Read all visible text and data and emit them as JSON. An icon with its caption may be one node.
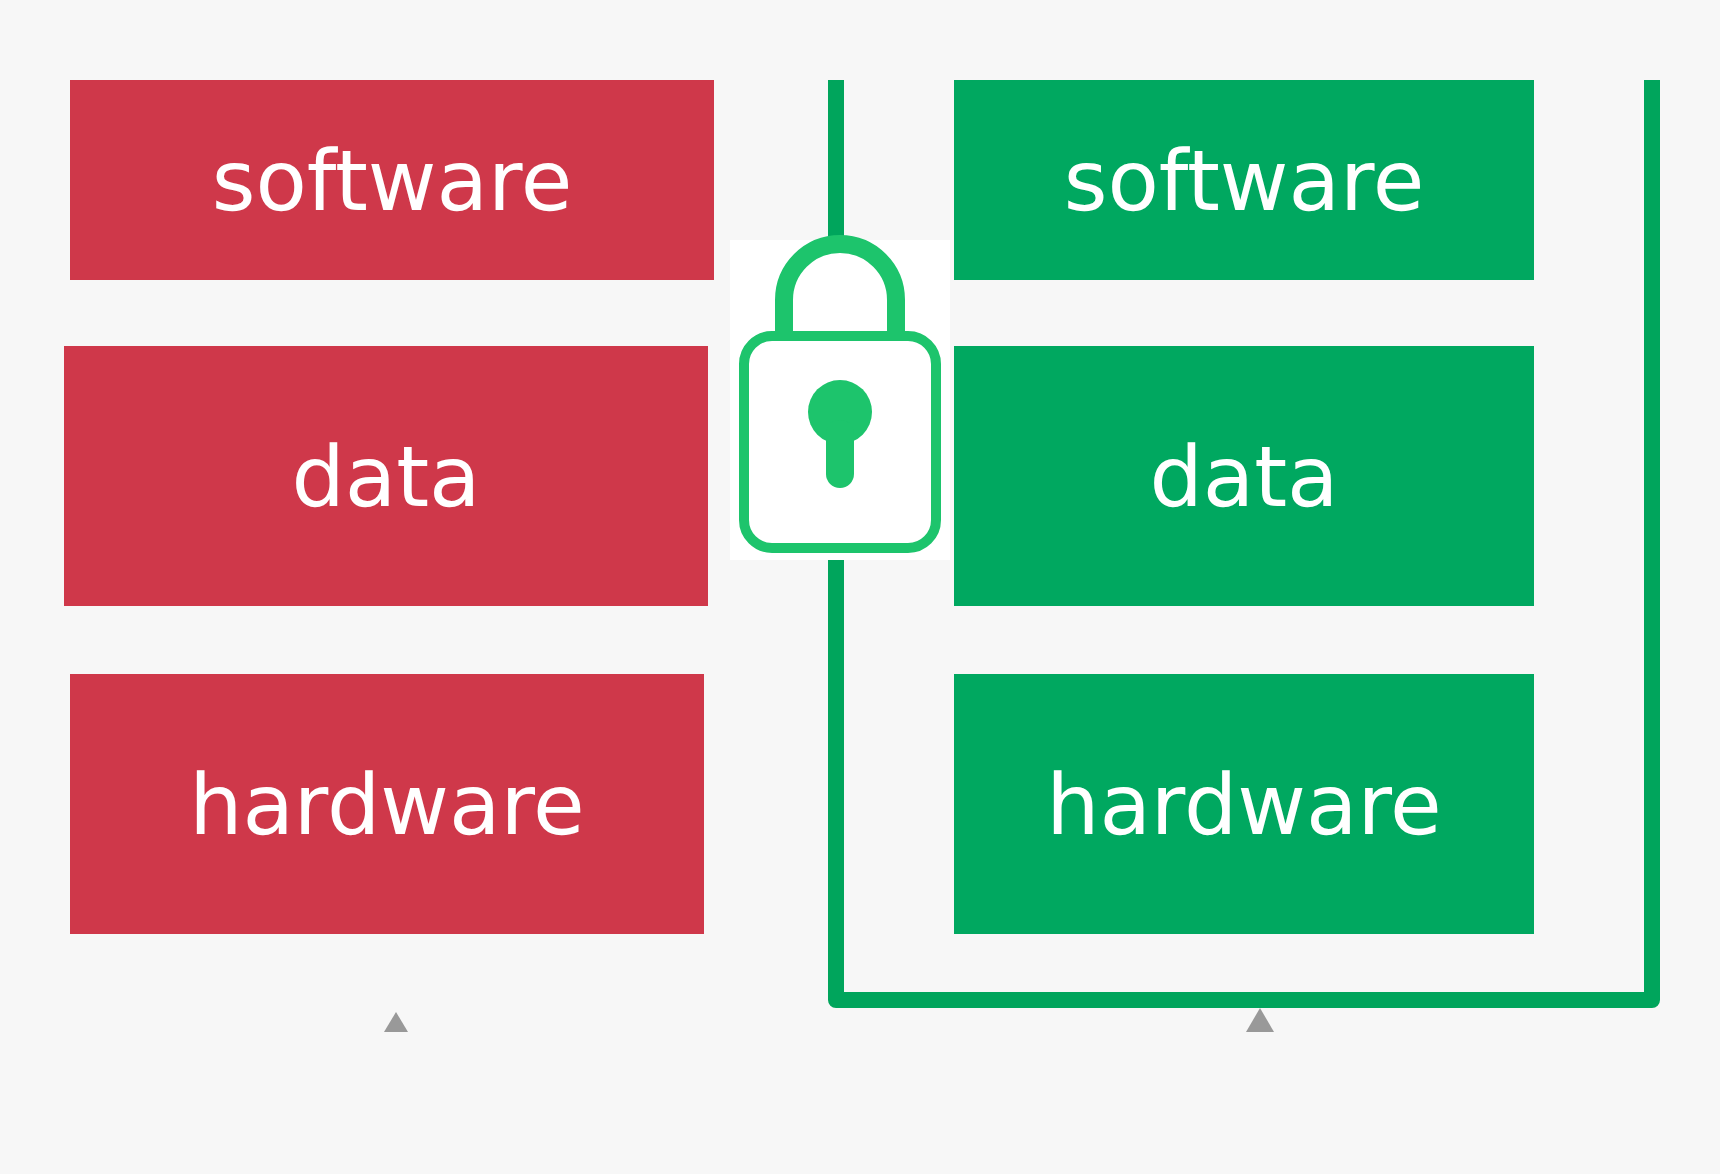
{
  "diagram": {
    "nodes": [
      {
        "text": [
          "software"
        ]
      },
      {
        "text": [
          "data"
        ]
      },
      {
        "text": [
          "hardware"
        ]
      },
      {
        "text": [
          "software"
        ]
      },
      {
        "text": [
          "data"
        ]
      },
      {
        "text": [
          "hardware"
        ]
      }
    ]
  }
}
